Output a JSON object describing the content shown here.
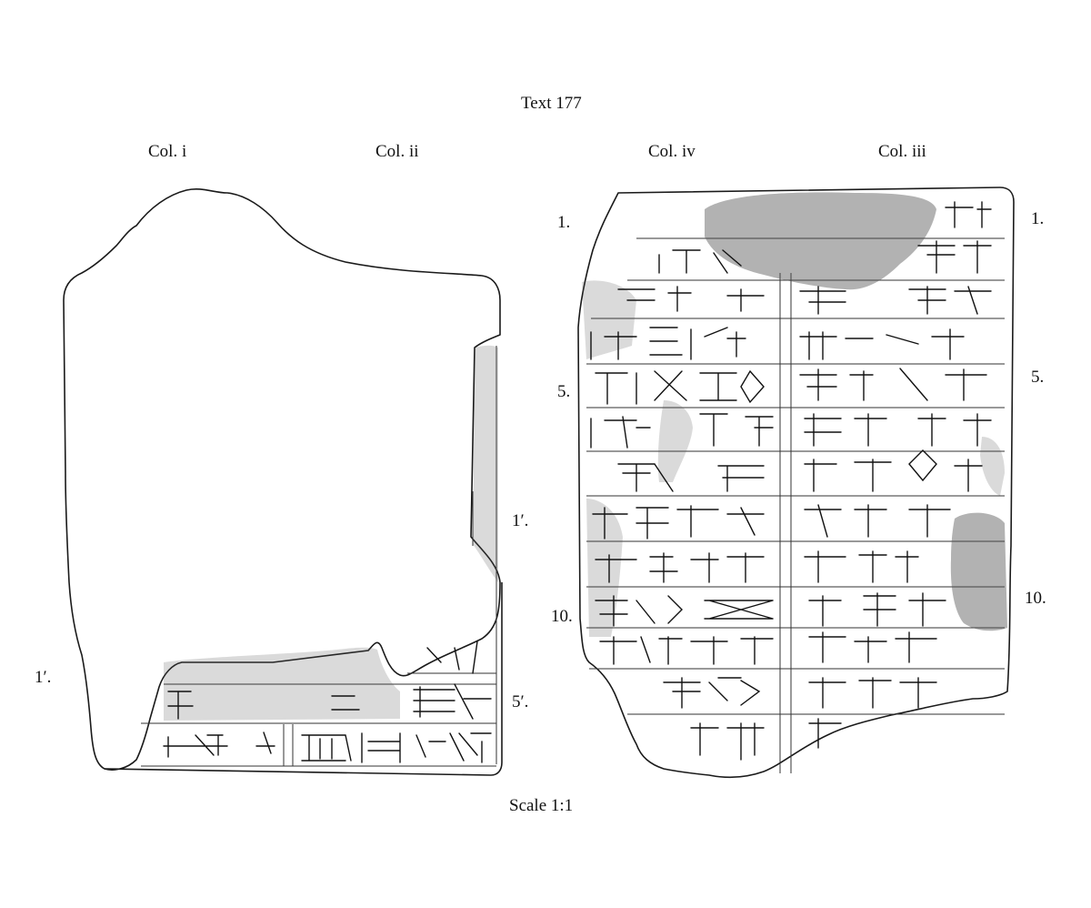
{
  "title": "Text 177",
  "scale": "Scale 1:1",
  "obverse": {
    "col_i_label": "Col. i",
    "col_ii_label": "Col. ii",
    "line_marks": {
      "left_1": "1′.",
      "right_1": "1′.",
      "right_5": "5′."
    }
  },
  "reverse": {
    "col_iv_label": "Col. iv",
    "col_iii_label": "Col. iii",
    "line_marks": {
      "left_1": "1.",
      "left_5": "5.",
      "left_10": "10.",
      "right_1": "1.",
      "right_5": "5.",
      "right_10": "10."
    }
  }
}
